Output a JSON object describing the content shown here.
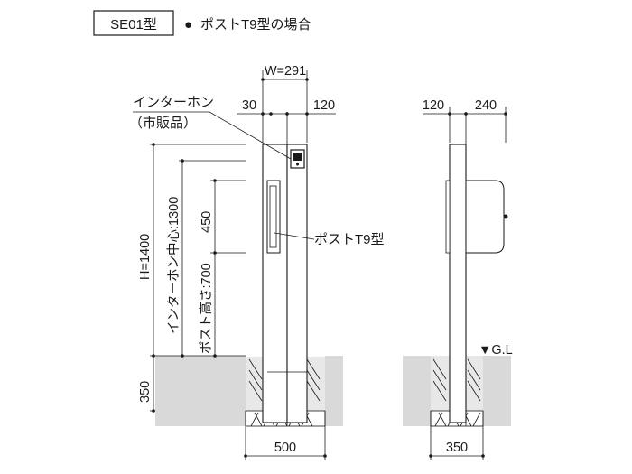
{
  "header": {
    "model_label": "SE01型",
    "bullet": "●",
    "variant_label": "ポストT9型の場合"
  },
  "front_view": {
    "width_total": "W=291",
    "width_left": "30",
    "width_right": "120",
    "intercom_label_line1": "インターホン",
    "intercom_label_line2": "（市販品）",
    "height_total": "H=1400",
    "intercom_center": "インターホン中心:1300",
    "post_height": "ポスト高さ:700",
    "mailbox_height": "450",
    "mailbox_label": "ポストT9型",
    "foundation_depth": "350",
    "foundation_width": "500"
  },
  "side_view": {
    "depth_left": "120",
    "depth_right": "240",
    "ground_label": "▼G.L",
    "foundation_width": "350"
  },
  "colors": {
    "line": "#1a1a1a",
    "ground_fill": "#d9d9d9",
    "concrete_fill": "#e8e8e8"
  }
}
